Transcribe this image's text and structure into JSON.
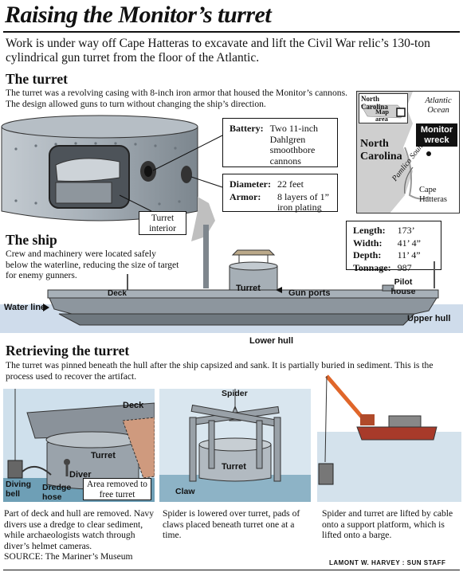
{
  "title": "Raising the Monitor’s turret",
  "intro": "Work is under way off Cape Hatteras to excavate and lift the Civil War relic’s 130-ton cylindrical gun turret from the floor of the Atlantic.",
  "turret_section": {
    "heading": "The turret",
    "text": "The turret was a revolving casing with 8-inch iron armor that housed the Monitor’s cannons. The design allowed guns to turn without changing the ship’s direction.",
    "battery_label": "Battery:",
    "battery_value": "Two 11-inch Dahlgren smoothbore cannons",
    "diameter_label": "Diameter:",
    "diameter_value": "22 feet",
    "armor_label": "Armor:",
    "armor_value": "8 layers of 1” iron plating",
    "interior_label": "Turret interior"
  },
  "map": {
    "inset_state": "North Carolina",
    "inset_label": "Map area",
    "ocean": "Atlantic Ocean",
    "state": "North Carolina",
    "sound": "Pamlico Sound",
    "cape": "Cape Hatteras",
    "wreck_label": "Monitor wreck"
  },
  "ship_section": {
    "heading": "The ship",
    "text": "Crew and machinery were located safely below the waterline, reducing the size of target for enemy gunners.",
    "stats": [
      {
        "label": "Length:",
        "value": "173’"
      },
      {
        "label": "Width:",
        "value": "41’ 4”"
      },
      {
        "label": "Depth:",
        "value": "11’ 4”"
      },
      {
        "label": "Tonnage:",
        "value": "987"
      }
    ],
    "labels": {
      "deck": "Deck",
      "turret": "Turret",
      "gun_ports": "Gun ports",
      "pilot_house": "Pilot house",
      "water_line": "Water line",
      "lower_hull": "Lower hull",
      "upper_hull": "Upper hull"
    }
  },
  "retrieve_section": {
    "heading": "Retrieving the turret",
    "text": "The turret was pinned beneath the hull after the ship capsized and sank. It is partially buried in sediment. This is the process used to recover the artifact.",
    "step1": {
      "deck": "Deck",
      "turret": "Turret",
      "diver": "Diver",
      "diving_bell": "Diving bell",
      "dredge_hose": "Dredge hose",
      "area_removed": "Area removed to free turret",
      "caption": "Part of deck and hull are removed. Navy divers use a dredge to clear sediment, while archaeologists watch through diver’s helmet cameras."
    },
    "step2": {
      "spider": "Spider",
      "turret": "Turret",
      "claw": "Claw",
      "caption": "Spider is lowered over turret, pads of claws placed beneath turret one at a time."
    },
    "step3": {
      "caption": "Spider and turret are lifted by cable onto a support platform, which is lifted onto a barge."
    }
  },
  "source": "SOURCE: The Mariner’s Museum",
  "credit": "LAMONT W. HARVEY : SUN STAFF",
  "colors": {
    "turret_gray": "#9aa3ab",
    "water_blue": "#c9d9e6",
    "sea_floor": "#6e9fb6",
    "land_gray": "#cfcfcf",
    "crane_orange": "#e0662a",
    "barge_red": "#a83a2a"
  }
}
